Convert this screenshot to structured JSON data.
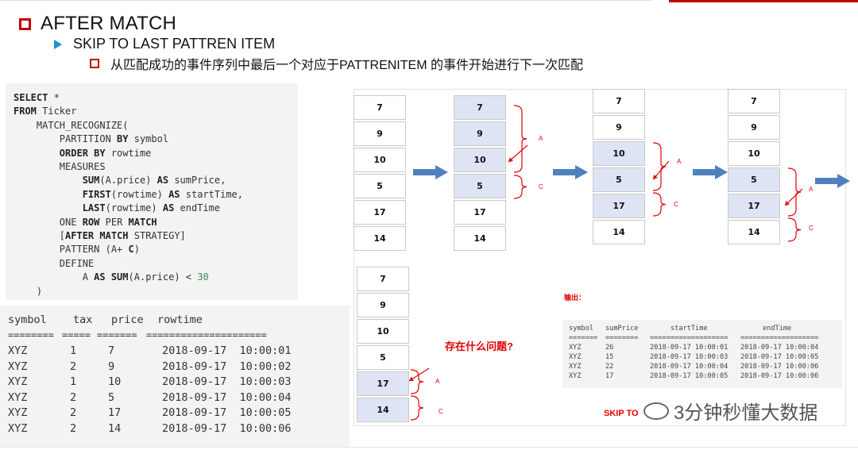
{
  "heading": "AFTER MATCH",
  "subheading": "SKIP TO LAST  PATTREN ITEM",
  "description": "从匹配成功的事件序列中最后一个对应于PATTRENITEM 的事件开始进行下一次匹配",
  "sql": [
    [
      {
        "k": 1,
        "t": "SELECT"
      },
      {
        "t": " *"
      }
    ],
    [
      {
        "k": 1,
        "t": "FROM"
      },
      {
        "t": " Ticker"
      }
    ],
    [
      {
        "t": "    MATCH_RECOGNIZE("
      }
    ],
    [
      {
        "t": "        PARTITION "
      },
      {
        "k": 1,
        "t": "BY"
      },
      {
        "t": " symbol"
      }
    ],
    [
      {
        "t": "        "
      },
      {
        "k": 1,
        "t": "ORDER BY"
      },
      {
        "t": " rowtime"
      }
    ],
    [
      {
        "t": "        MEASURES"
      }
    ],
    [
      {
        "t": "            "
      },
      {
        "k": 1,
        "t": "SUM"
      },
      {
        "t": "(A.price) "
      },
      {
        "k": 1,
        "t": "AS"
      },
      {
        "t": " sumPrice,"
      }
    ],
    [
      {
        "t": "            "
      },
      {
        "k": 1,
        "t": "FIRST"
      },
      {
        "t": "(rowtime) "
      },
      {
        "k": 1,
        "t": "AS"
      },
      {
        "t": " startTime,"
      }
    ],
    [
      {
        "t": "            "
      },
      {
        "k": 1,
        "t": "LAST"
      },
      {
        "t": "(rowtime) "
      },
      {
        "k": 1,
        "t": "AS"
      },
      {
        "t": " endTime"
      }
    ],
    [
      {
        "t": "        ONE "
      },
      {
        "k": 1,
        "t": "ROW"
      },
      {
        "t": " PER "
      },
      {
        "k": 1,
        "t": "MATCH"
      }
    ],
    [
      {
        "t": "        ["
      },
      {
        "k": 1,
        "t": "AFTER MATCH"
      },
      {
        "t": " STRATEGY]"
      }
    ],
    [
      {
        "t": "        PATTERN (A+ "
      },
      {
        "k": 1,
        "t": "C"
      },
      {
        "t": ")"
      }
    ],
    [
      {
        "t": "        DEFINE"
      }
    ],
    [
      {
        "t": "            A "
      },
      {
        "k": 1,
        "t": "AS SUM"
      },
      {
        "t": "(A.price) < "
      },
      {
        "n": 1,
        "t": "30"
      }
    ],
    [
      {
        "t": "    )"
      }
    ]
  ],
  "ticker_table": {
    "headers": [
      "symbol",
      "tax",
      "price",
      "rowtime"
    ],
    "separator": [
      "========",
      "=====",
      "=======",
      "====================="
    ],
    "rows": [
      [
        "XYZ",
        "1",
        "7",
        "2018-09-17  10:00:01"
      ],
      [
        "XYZ",
        "2",
        "9",
        "2018-09-17  10:00:02"
      ],
      [
        "XYZ",
        "1",
        "10",
        "2018-09-17  10:00:03"
      ],
      [
        "XYZ",
        "2",
        "5",
        "2018-09-17  10:00:04"
      ],
      [
        "XYZ",
        "2",
        "17",
        "2018-09-17  10:00:05"
      ],
      [
        "XYZ",
        "2",
        "14",
        "2018-09-17  10:00:06"
      ]
    ]
  },
  "diagram": {
    "columns": [
      {
        "values": [
          "7",
          "9",
          "10",
          "5",
          "17",
          "14"
        ],
        "highlight": []
      },
      {
        "values": [
          "7",
          "9",
          "10",
          "5",
          "17",
          "14"
        ],
        "highlight": [
          0,
          1,
          2,
          3
        ]
      },
      {
        "values": [
          "7",
          "9",
          "10",
          "5",
          "17",
          "14"
        ],
        "highlight": [
          2,
          3,
          4
        ]
      },
      {
        "values": [
          "7",
          "9",
          "10",
          "5",
          "17",
          "14"
        ],
        "highlight": [
          3,
          4
        ]
      },
      {
        "values": [
          "7",
          "9",
          "10",
          "5",
          "17",
          "14"
        ],
        "highlight": [
          4,
          5
        ]
      }
    ],
    "label_a": "A",
    "label_c": "C",
    "output_label": "输出：",
    "question": "存在什么问题?",
    "skip_label": "SKIP TO",
    "colors": {
      "highlight": "#dfe4f4",
      "arrow": "#4f81bd",
      "annot": "#e30000"
    }
  },
  "output_table": {
    "headers": [
      "symbol",
      "sumPrice",
      "startTime",
      "endTime"
    ],
    "separator": [
      "=======",
      "========",
      "===================",
      "==================="
    ],
    "rows": [
      [
        "XYZ",
        "26",
        "2018-09-17 10:00:01",
        "2018-09-17 10:00:04"
      ],
      [
        "XYZ",
        "15",
        "2018-09-17 10:00:03",
        "2018-09-17 10:00:05"
      ],
      [
        "XYZ",
        "22",
        "2018-09-17 10:00:04",
        "2018-09-17 10:00:06"
      ],
      [
        "XYZ",
        "17",
        "2018-09-17 10:00:05",
        "2018-09-17 10:00:06"
      ]
    ]
  },
  "watermark": "3分钟秒懂大数据"
}
